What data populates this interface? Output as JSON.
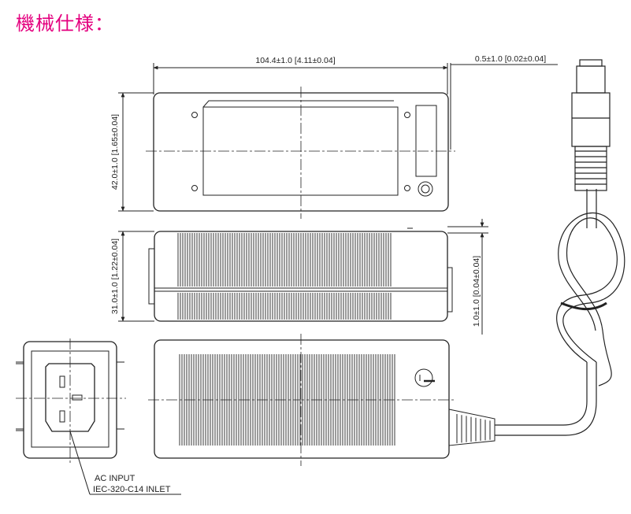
{
  "title": "機械仕様：",
  "dimensions": {
    "length": "104.4±1.0 [4.11±0.04]",
    "gap_top": "0.5±1.0 [0.02±0.04]",
    "width": "42.0±1.0 [1.65±0.04]",
    "height": "31.0±1.0 [1.22±0.04]",
    "gap_side": "1.0±1.0 [0.04±0.04]"
  },
  "labels": {
    "ac_input": "AC INPUT",
    "inlet": "IEC-320-C14 INLET"
  },
  "colors": {
    "title": "#e4007f",
    "line": "#222222"
  }
}
